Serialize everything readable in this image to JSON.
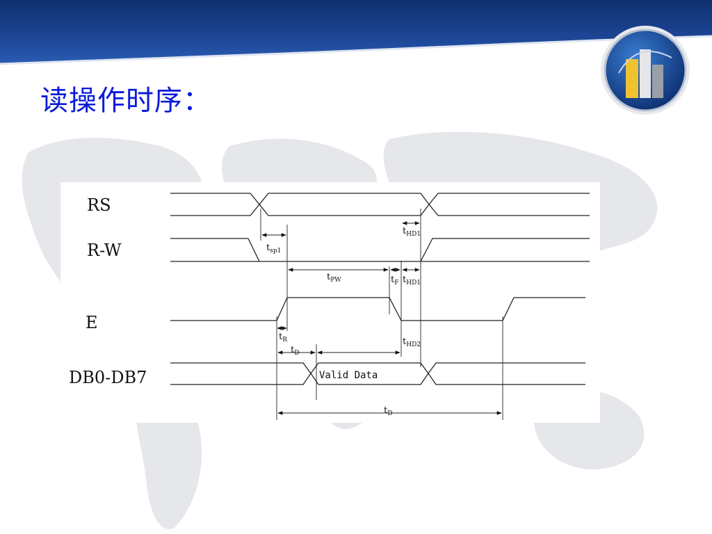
{
  "slide": {
    "title": "读操作时序：",
    "colors": {
      "header": "#1b3f8e",
      "title": "#0a1bd8",
      "map": "#e4e6ea"
    },
    "logo_icon": "bar-chart-globe-icon"
  },
  "diagram": {
    "signals": [
      {
        "id": "rs",
        "label": "RS"
      },
      {
        "id": "rw",
        "label": "R-W"
      },
      {
        "id": "e",
        "label": "E"
      },
      {
        "id": "db",
        "label": "DB0-DB7"
      }
    ],
    "valid_data": "Valid Data",
    "timings": {
      "tsp1": {
        "main": "t",
        "sub": "sp1"
      },
      "thd1_top": {
        "main": "t",
        "sub": "HD1"
      },
      "tpw": {
        "main": "t",
        "sub": "PW"
      },
      "tf": {
        "main": "t",
        "sub": "F"
      },
      "thd1_mid": {
        "main": "t",
        "sub": "HD1"
      },
      "tr": {
        "main": "t",
        "sub": "R"
      },
      "td_short": {
        "main": "t",
        "sub": "D"
      },
      "thd2": {
        "main": "t",
        "sub": "HD2"
      },
      "td_long": {
        "main": "t",
        "sub": "D"
      }
    }
  }
}
